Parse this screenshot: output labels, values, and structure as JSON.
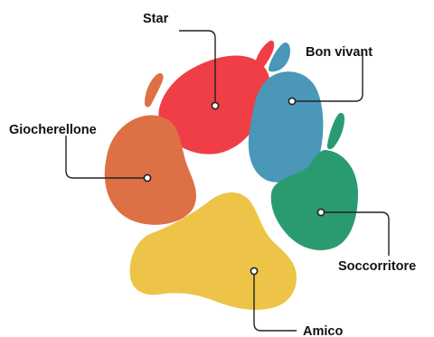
{
  "segments": [
    {
      "key": "star",
      "label": "Star",
      "color": "#EF3E45"
    },
    {
      "key": "bon_vivant",
      "label": "Bon vivant",
      "color": "#4A97B8"
    },
    {
      "key": "giocherellone",
      "label": "Giocherellone",
      "color": "#DD7045"
    },
    {
      "key": "soccorritore",
      "label": "Soccorritore",
      "color": "#2A9B71"
    },
    {
      "key": "amico",
      "label": "Amico",
      "color": "#EDC447"
    }
  ]
}
